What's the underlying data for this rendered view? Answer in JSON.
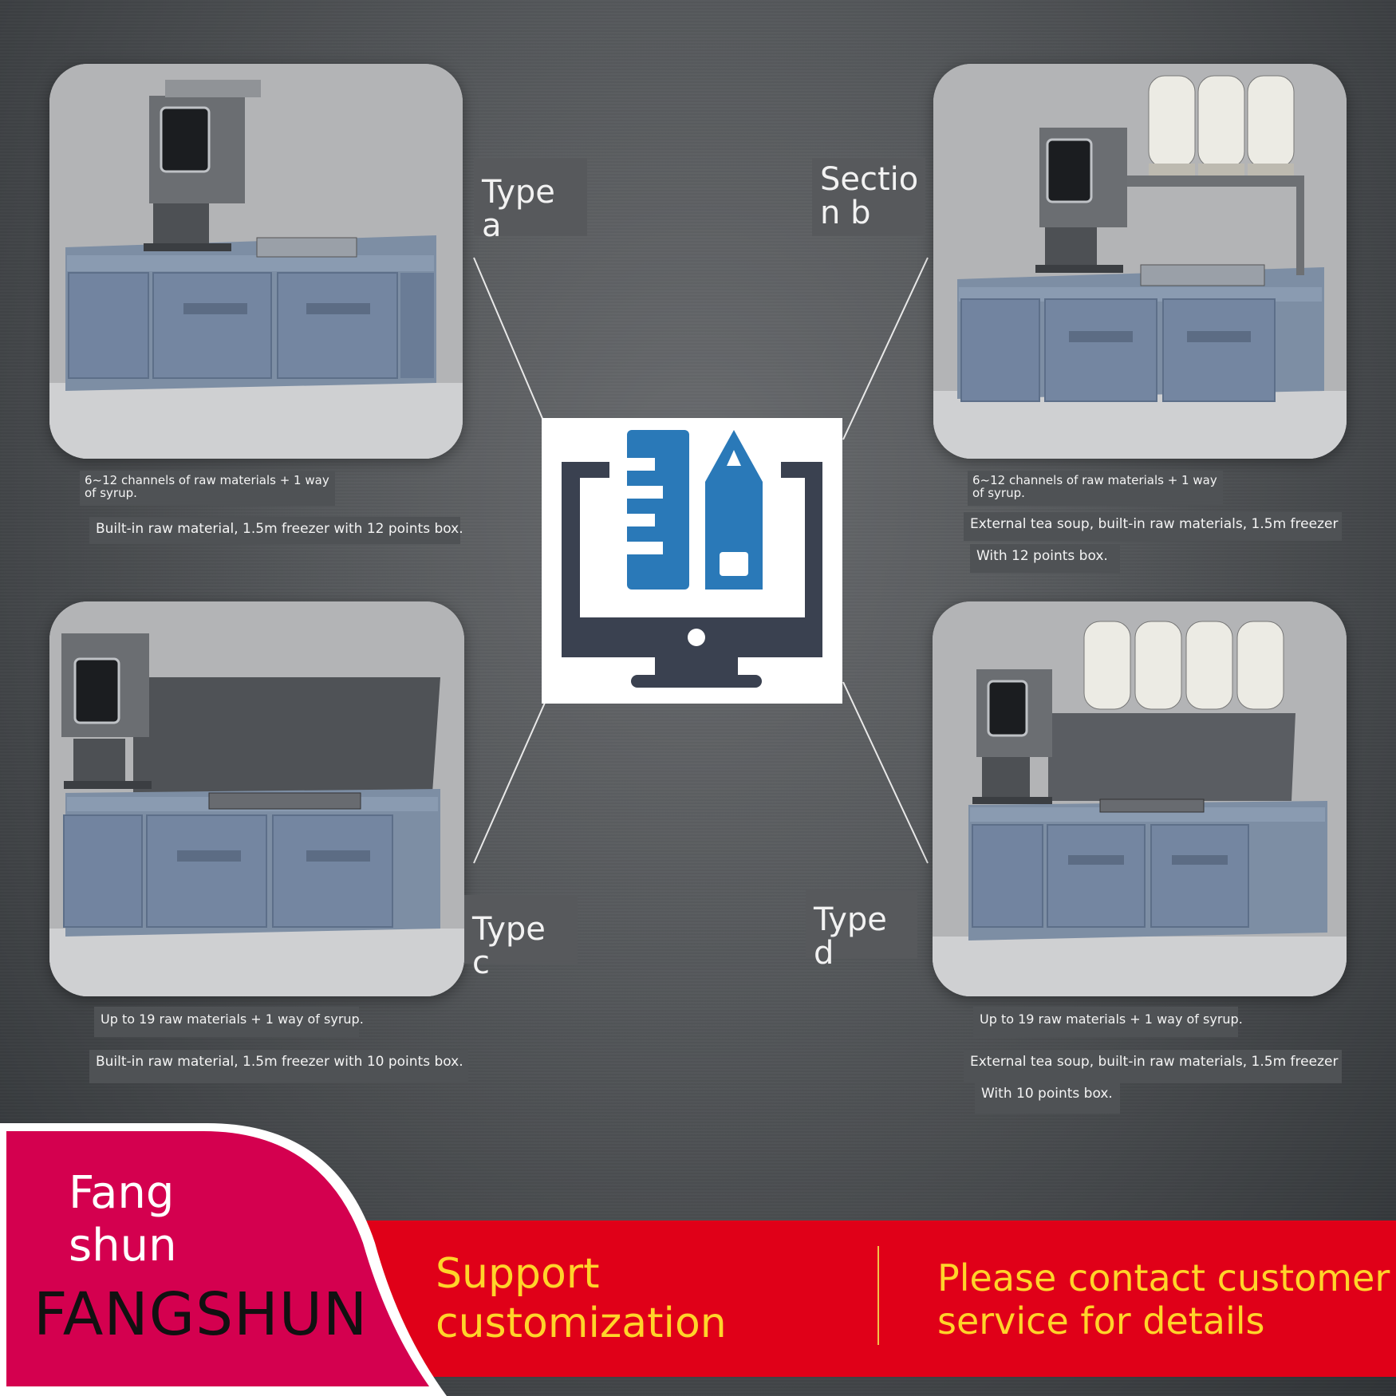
{
  "labels": {
    "type_a": "Type a",
    "section_b": "Sectio\nn b",
    "type_c": "Type c",
    "type_d": "Type d"
  },
  "specs": {
    "a_line1": "6~12 channels of raw materials + 1 way\nof syrup.",
    "a_line2": "Built-in raw material, 1.5m freezer with 12 points box.",
    "b_line1": "6~12 channels of raw materials + 1 way\nof syrup.",
    "b_line2": "External tea soup, built-in raw materials, 1.5m freezer",
    "b_line3": "With 12 points box.",
    "c_line1": "Up to 19 raw materials + 1 way of syrup.",
    "c_line2": "Built-in raw material, 1.5m freezer with 10 points box.",
    "d_line1": "Up to 19 raw materials + 1 way of syrup.",
    "d_line2": "External tea soup, built-in raw materials, 1.5m freezer",
    "d_line3": "With 10 points box."
  },
  "banner": {
    "brand_line1": "Fang",
    "brand_line2": "shun",
    "brand_big": "FANGSHUN",
    "support": "Support\ncustomization",
    "contact": "Please contact customer\nservice for details"
  },
  "colors": {
    "banner_red": "#e00018",
    "banner_magenta": "#d4004f",
    "accent_yellow": "#ffd42a",
    "icon_blue": "#2a79b8",
    "icon_dark": "#3a4150"
  },
  "icons": {
    "center": "monitor-ruler-pencil-icon"
  }
}
